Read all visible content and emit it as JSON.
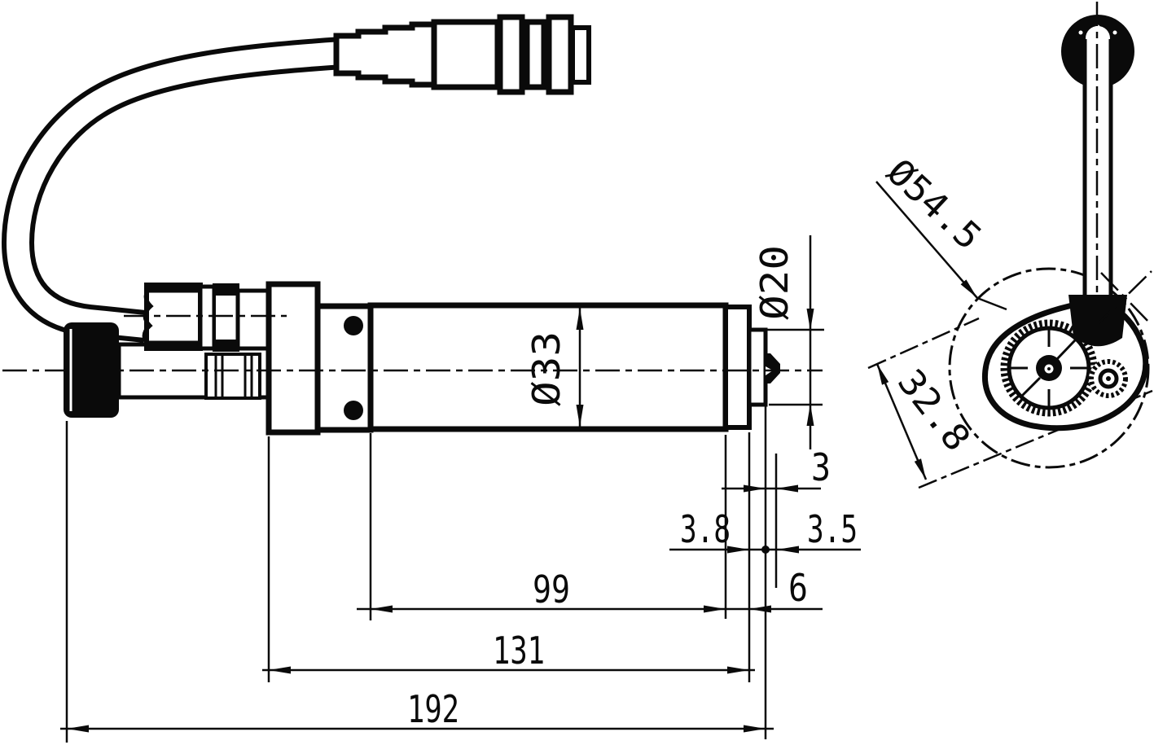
{
  "drawing": {
    "dims": {
      "body_diameter": "Ø33",
      "tip_diameter": "Ø20",
      "tip_len": "3",
      "shoulder_len": "3.8",
      "cone_len": "3.5",
      "end_ring_len": "6",
      "tube_len": "99",
      "housing_len": "131",
      "overall_len": "192",
      "end_view_diameter": "Ø54.5",
      "end_view_width": "32.8"
    },
    "colors": {
      "line": "#0a0a0a",
      "background": "#ffffff"
    }
  }
}
